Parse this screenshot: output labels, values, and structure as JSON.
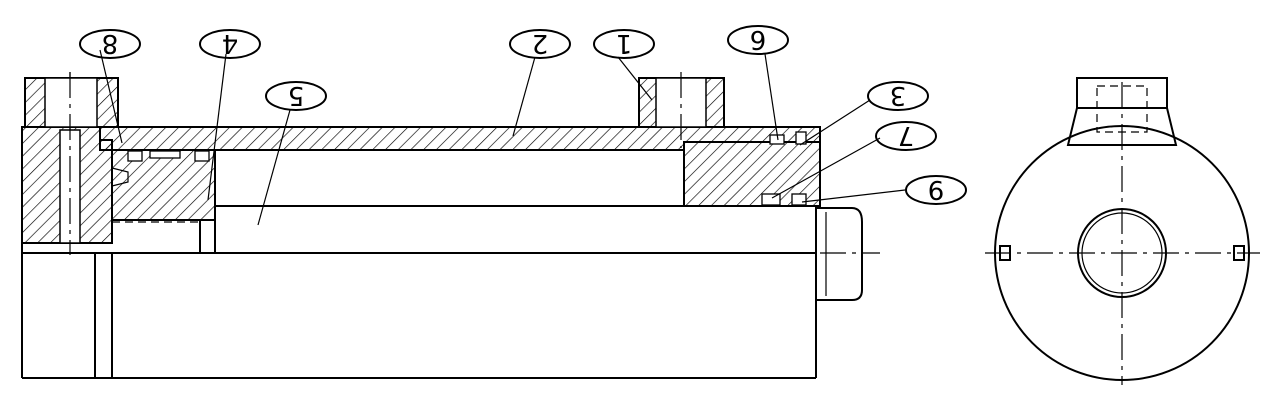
{
  "drawing": {
    "type": "hydraulic-cylinder-section-drawing",
    "views": [
      "section-view",
      "end-view"
    ],
    "part_balloons": [
      "8",
      "4",
      "5",
      "2",
      "1",
      "6",
      "3",
      "7",
      "9"
    ]
  }
}
